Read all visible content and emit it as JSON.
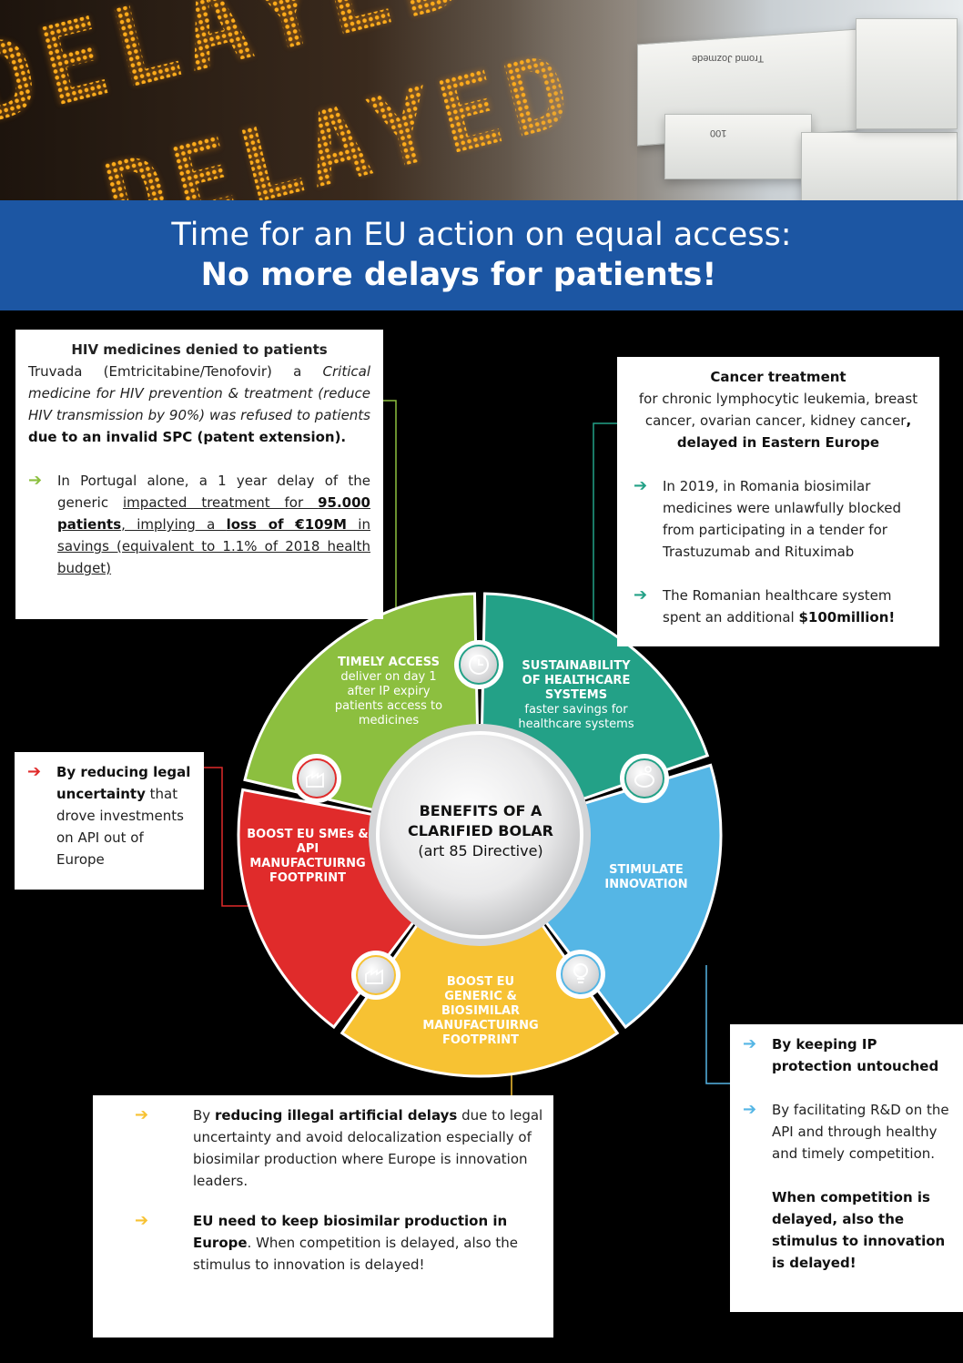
{
  "hero": {
    "led_text_1": "DELAYED",
    "led_text_2": "DELAYED",
    "box_label_1": "Tromd Jozmede",
    "box_label_2": "100"
  },
  "banner": {
    "line1": "Time for an EU action on equal access:",
    "line2": "No more delays for patients!"
  },
  "hiv_card": {
    "title": "HIV medicines denied to patients",
    "p1_a": "Truvada (Emtricitabine/Tenofovir) a ",
    "p1_b": "Critical medicine for HIV prevention & treatment (reduce HIV transmission by 90%) was refused to patients",
    "p1_c": " due to an invalid SPC (patent extension).",
    "b1_a": "In Portugal alone, a 1 year delay of the generic ",
    "b1_b": "impacted treatment for ",
    "b1_c": "95.000 patients",
    "b1_d": ", implying a ",
    "b1_e": "loss of €109M",
    "b1_f": " in savings (equivalent to 1.1% of 2018 health budget)"
  },
  "cancer_card": {
    "title": "Cancer treatment",
    "sub": "for chronic lymphocytic leukemia, breast cancer, ovarian cancer, kidney cancer",
    "sub_bold": ", delayed in Eastern Europe",
    "b1": "In 2019, in Romania biosimilar medicines were unlawfully blocked from participating in a tender for Trastuzumab and Rituximab",
    "b2_a": "The Romanian healthcare system spent an additional ",
    "b2_b": "$100million!"
  },
  "legal_card": {
    "bold": "By reducing legal uncertainty",
    "rest": " that drove investments on API out of Europe"
  },
  "ip_card": {
    "b1": "By keeping IP protection untouched",
    "b2": "By facilitating R&D on the API and through healthy and timely competition.",
    "b3": "When competition is delayed, also the stimulus to innovation is delayed!"
  },
  "delays_card": {
    "b1_a": "By ",
    "b1_b": "reducing illegal artificial delays",
    "b1_c": " due to legal uncertainty and avoid delocalization especially of biosimilar production where Europe is innovation leaders.",
    "b2_a": "EU need to keep biosimilar production in Europe",
    "b2_b": ". When competition is delayed, also the stimulus to innovation is delayed!"
  },
  "wheel": {
    "center_title": "BENEFITS OF A CLARIFIED BOLAR",
    "center_sub": "(art 85 Directive)",
    "green_title": "TIMELY ACCESS",
    "green_text": "deliver on day 1 after IP expiry patients access to medicines",
    "teal_title": "SUSTAINABILITY OF HEALTHCARE SYSTEMS",
    "teal_text": "faster savings for healthcare systems",
    "blue_title": "STIMULATE INNOVATION",
    "yellow_title": "BOOST EU GENERIC & BIOSIMILAR MANUFACTUIRNG FOOTPRINT",
    "red_title": "BOOST EU SMEs & API MANUFACTUIRNG FOOTPRINT"
  },
  "colors": {
    "banner": "#1c56a3",
    "green": "#8cbf3f",
    "teal": "#23a187",
    "blue": "#55b6e5",
    "yellow": "#f7c233",
    "red": "#e02b2b"
  },
  "icons": [
    "clock-hand-icon",
    "piggy-bank-icon",
    "lightbulb-icon",
    "factory-icon",
    "factory-icon",
    "arrow-right-icon"
  ]
}
